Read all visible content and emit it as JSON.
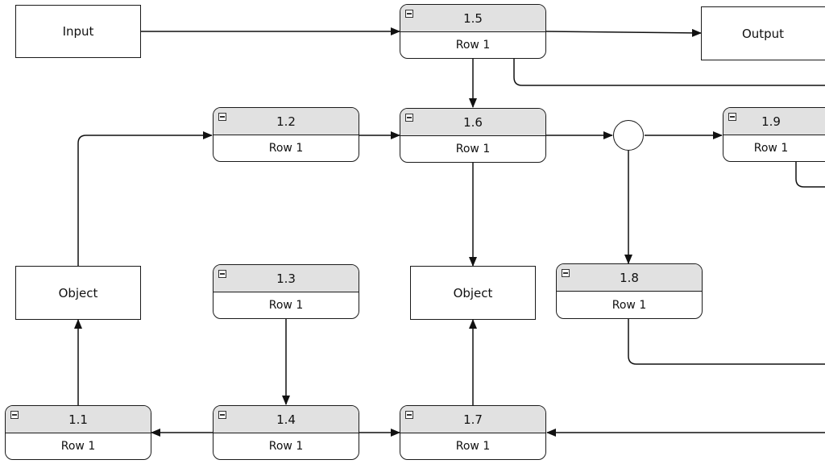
{
  "boxes": {
    "input": "Input",
    "output": "Output",
    "object_left": "Object",
    "object_center": "Object"
  },
  "nodes": {
    "n1_1": {
      "title": "1.1",
      "row": "Row 1"
    },
    "n1_2": {
      "title": "1.2",
      "row": "Row 1"
    },
    "n1_3": {
      "title": "1.3",
      "row": "Row 1"
    },
    "n1_4": {
      "title": "1.4",
      "row": "Row 1"
    },
    "n1_5": {
      "title": "1.5",
      "row": "Row 1"
    },
    "n1_6": {
      "title": "1.6",
      "row": "Row 1"
    },
    "n1_7": {
      "title": "1.7",
      "row": "Row 1"
    },
    "n1_8": {
      "title": "1.8",
      "row": "Row 1"
    },
    "n1_9": {
      "title": "1.9",
      "row": "Row 1"
    }
  },
  "icons": {
    "collapse": "minus-square-icon"
  },
  "colors": {
    "header_fill": "#e1e1e1",
    "stroke": "#1a1a1a"
  }
}
